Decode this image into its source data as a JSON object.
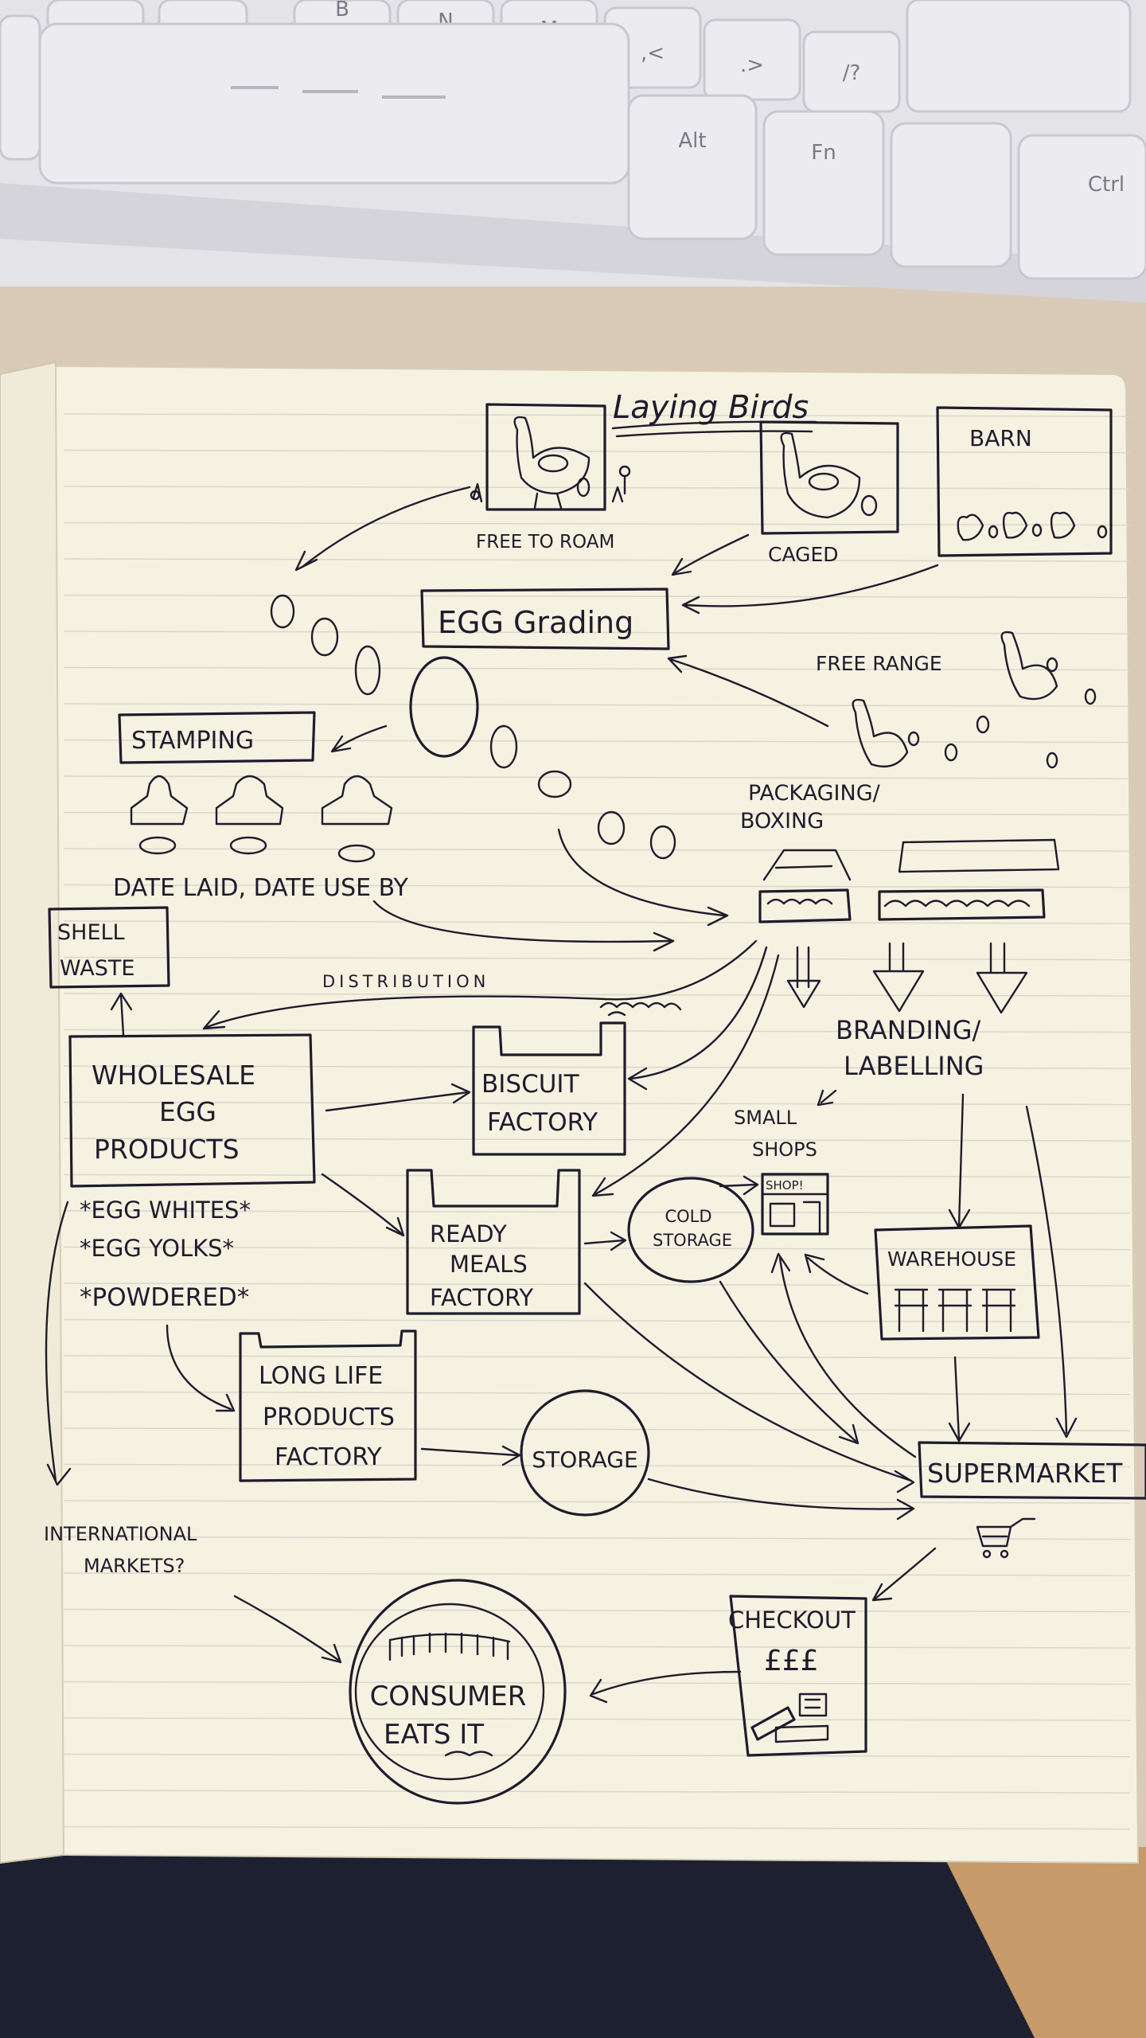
{
  "keyboard": {
    "keys_top": [
      "B",
      "N",
      "M",
      ",<",
      ".>",
      "/?"
    ],
    "keys_bottom": [
      "Alt",
      "Fn",
      "Ctrl"
    ]
  },
  "diagram": {
    "title": "Laying Birds",
    "birds": {
      "free_to_roam": "FREE TO ROAM",
      "caged": "CAGED",
      "barn": "BARN",
      "free_range": "FREE RANGE"
    },
    "nodes": {
      "egg_grading": "EGG Grading",
      "stamping": "STAMPING",
      "date_note": "DATE LAID, DATE USE BY",
      "packaging": [
        "PACKAGING/",
        "BOXING"
      ],
      "shell_waste": [
        "SHELL",
        "WASTE"
      ],
      "distribution": "DISTRIBUTION",
      "wholesale": [
        "WHOLESALE",
        "EGG",
        "PRODUCTS"
      ],
      "wholesale_items": [
        "*EGG WHITES*",
        "*EGG YOLKS*",
        "*POWDERED*"
      ],
      "biscuit": [
        "BISCUIT",
        "FACTORY"
      ],
      "branding": [
        "BRANDING/",
        "LABELLING"
      ],
      "small_shops": [
        "SMALL",
        "SHOPS"
      ],
      "shop_sign": "SHOP!",
      "ready_meals": [
        "READY",
        "MEALS",
        "FACTORY"
      ],
      "cold_storage": [
        "COLD",
        "STORAGE"
      ],
      "warehouse": "WAREHOUSE",
      "long_life": [
        "LONG LIFE",
        "PRODUCTS",
        "FACTORY"
      ],
      "storage": "STORAGE",
      "supermarket": "SUPERMARKET",
      "international": [
        "INTERNATIONAL",
        "MARKETS?"
      ],
      "checkout": [
        "CHECKOUT",
        "£££"
      ],
      "consumer": [
        "CONSUMER",
        "EATS IT"
      ]
    }
  }
}
